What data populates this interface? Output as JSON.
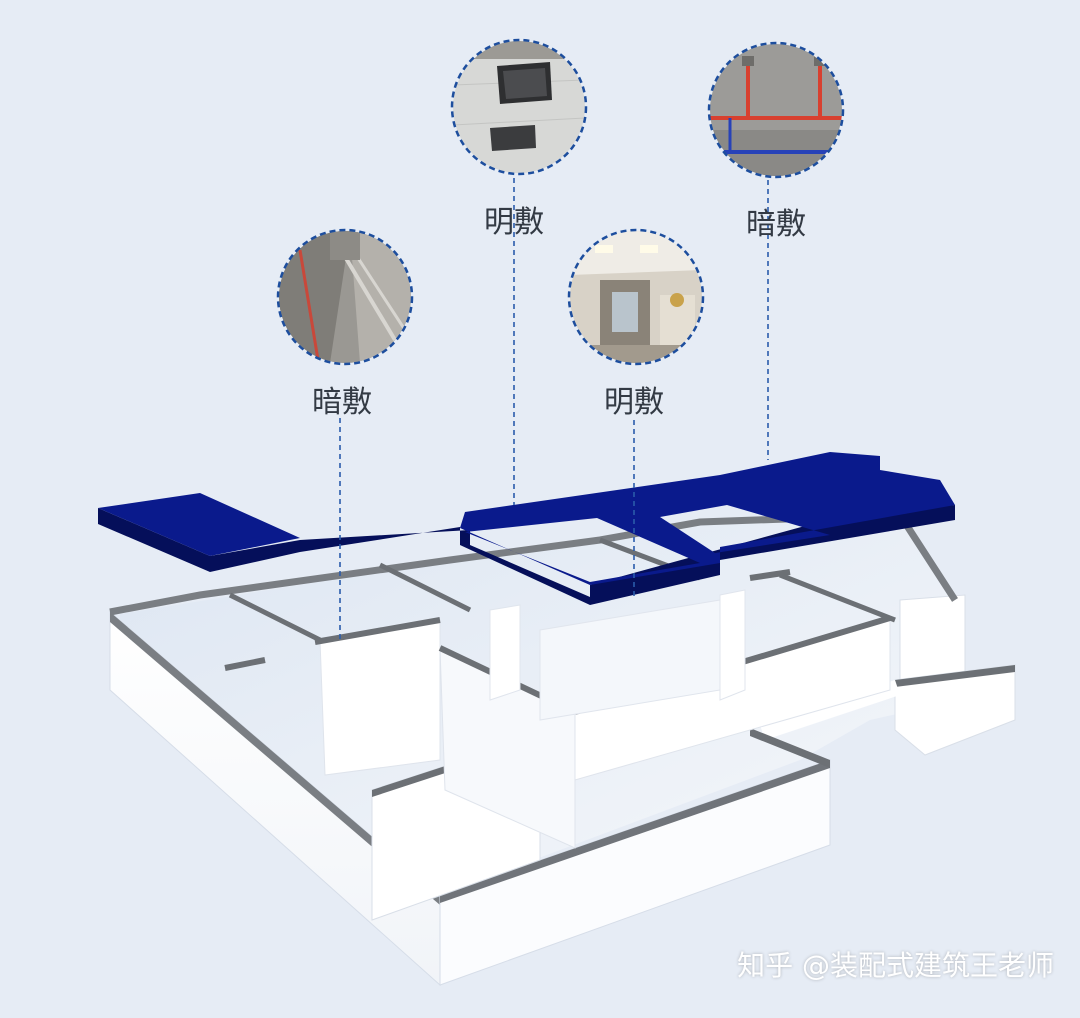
{
  "callouts": [
    {
      "id": "left",
      "label": "暗敷",
      "photo": "floor-conduit"
    },
    {
      "id": "top-middle",
      "label": "明敷",
      "photo": "ceiling-access-panel"
    },
    {
      "id": "center",
      "label": "明敷",
      "photo": "finished-room"
    },
    {
      "id": "top-right",
      "label": "暗敷",
      "photo": "wall-pipes"
    }
  ],
  "watermark": "知乎 @装配式建筑王老师",
  "colors": {
    "background": "#e6ecf5",
    "ceiling_layer": "#0a1a8c",
    "ceiling_side": "#050f5a",
    "wall_top": "#6f7378",
    "wall_face": "#ffffff",
    "callout_border": "#1d4e9e"
  }
}
